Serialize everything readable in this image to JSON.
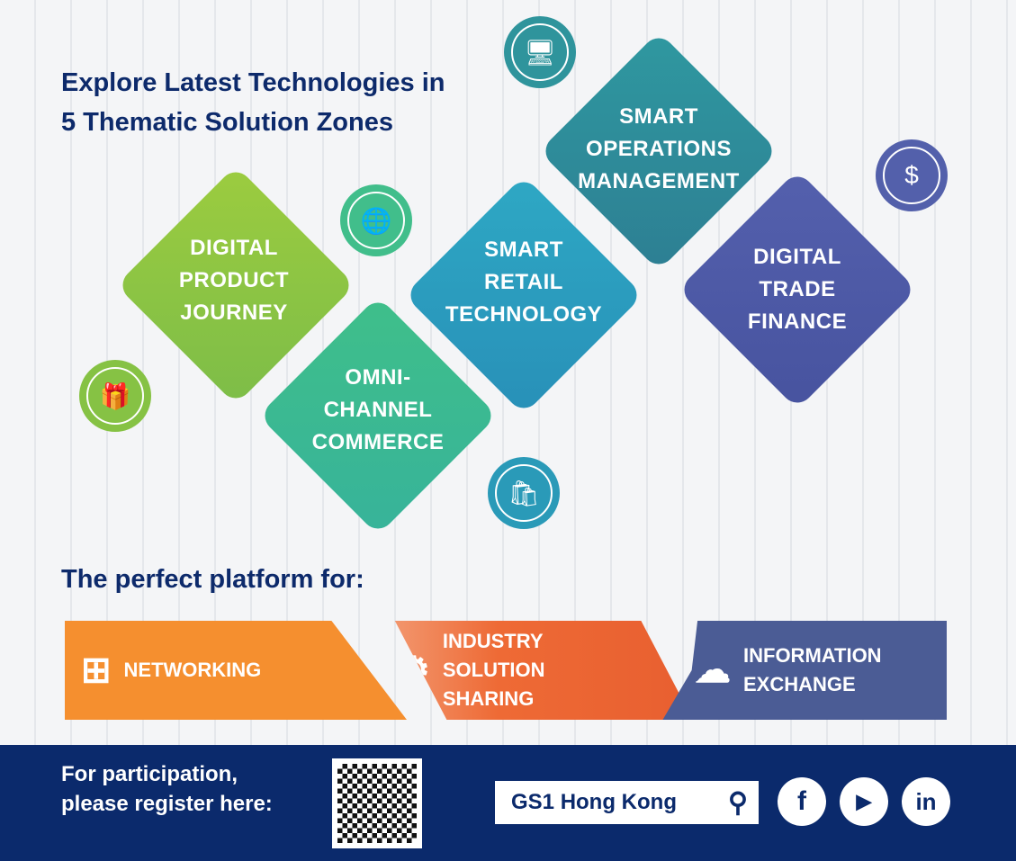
{
  "title": {
    "line1": "Explore Latest Technologies in",
    "line2": "5 Thematic Solution Zones"
  },
  "zones": [
    {
      "l1": "DIGITAL",
      "l2": "PRODUCT",
      "l3": "JOURNEY",
      "color": "#8cc540",
      "icon": "gift-box-icon"
    },
    {
      "l1": "OMNI-",
      "l2": "CHANNEL",
      "l3": "COMMERCE",
      "color": "#3dbb90",
      "icon": "globe-pin-icon"
    },
    {
      "l1": "SMART",
      "l2": "RETAIL",
      "l3": "TECHNOLOGY",
      "color": "#2a9cc0",
      "icon": "shopping-bag-icon"
    },
    {
      "l1": "SMART",
      "l2": "OPERATIONS",
      "l3": "MANAGEMENT",
      "color": "#2e8b97",
      "icon": "monitor-shield-icon"
    },
    {
      "l1": "DIGITAL",
      "l2": "TRADE",
      "l3": "FINANCE",
      "color": "#4c58a6",
      "icon": "dollar-exchange-icon"
    }
  ],
  "platform": {
    "heading": "The perfect platform for:",
    "items": [
      {
        "l1": "NETWORKING",
        "color": "#f58f2f"
      },
      {
        "l1": "INDUSTRY",
        "l2": "SOLUTION",
        "l3": "SHARING",
        "color": "#ee6a35"
      },
      {
        "l1": "INFORMATION",
        "l2": "EXCHANGE",
        "color": "#4b5c95"
      }
    ]
  },
  "footer": {
    "line1": "For participation,",
    "line2": "please register here:",
    "search": "GS1 Hong Kong"
  }
}
